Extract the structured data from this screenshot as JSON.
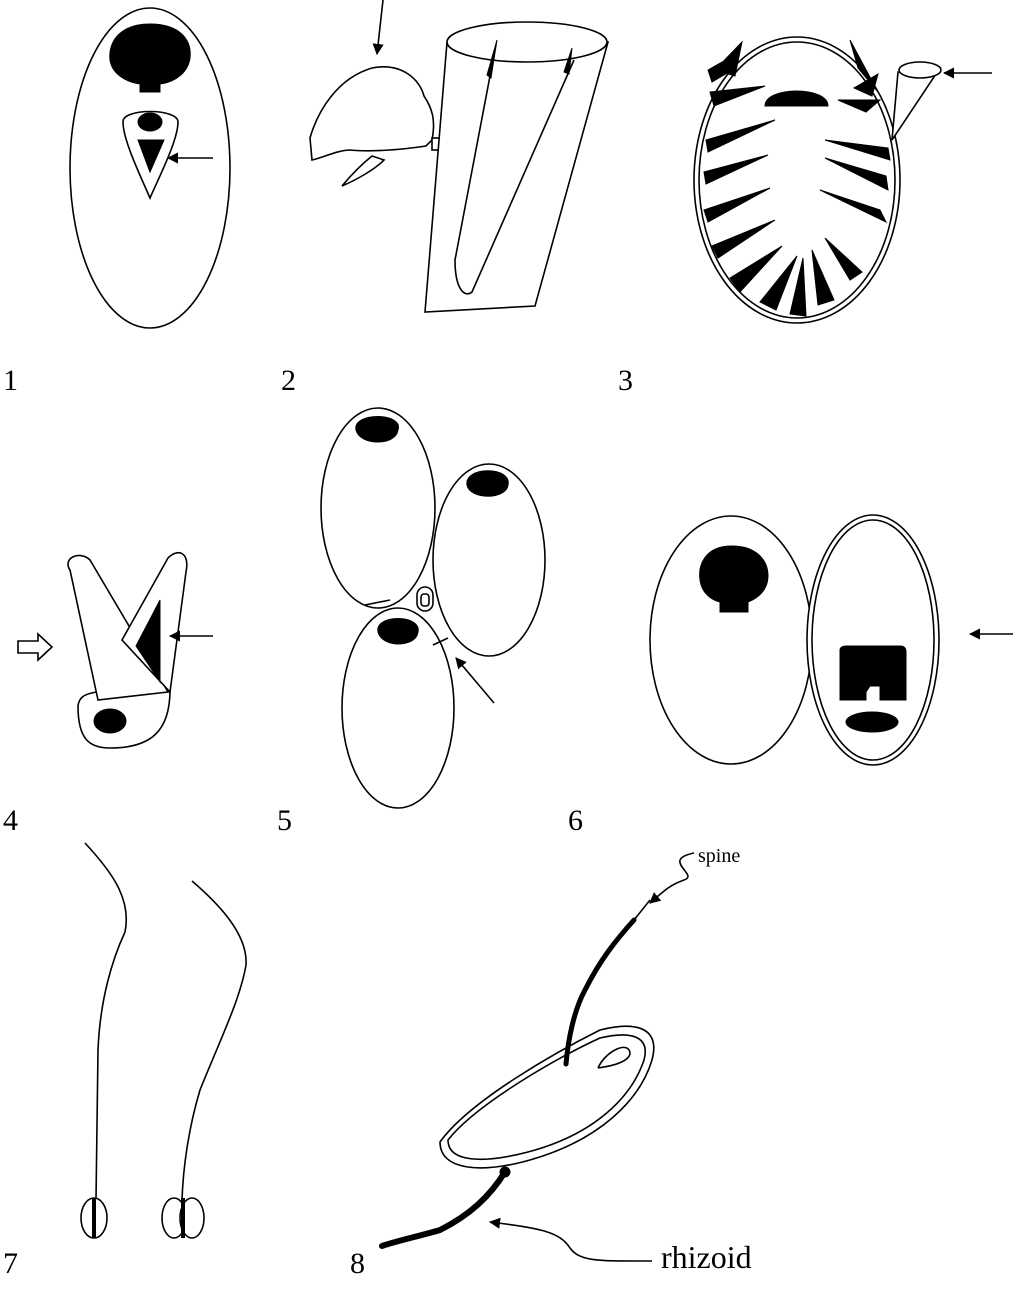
{
  "panel_labels": [
    "1",
    "2",
    "3",
    "4",
    "5",
    "6",
    "7",
    "8"
  ],
  "annotations": {
    "spine": "spine",
    "rhizoid": "rhizoid"
  },
  "colors": {
    "ink": "#000000",
    "background": "#ffffff"
  }
}
